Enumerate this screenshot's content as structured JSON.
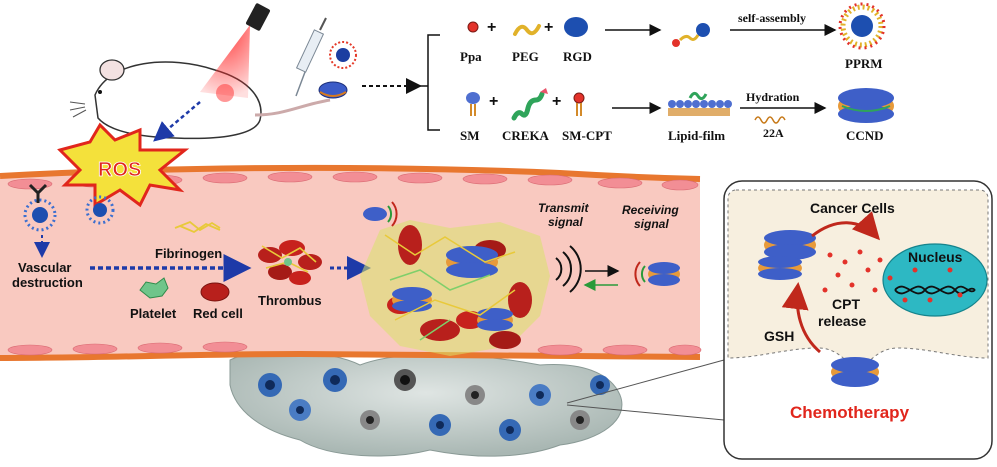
{
  "synthesis": {
    "row1": {
      "reagents": [
        "Ppa",
        "PEG",
        "RGD"
      ],
      "step_label": "self-assembly",
      "product": "PPRM"
    },
    "row2": {
      "reagents": [
        "SM",
        "CREKA",
        "SM-CPT"
      ],
      "intermediate": "Lipid-film",
      "step_label": "Hydration",
      "step_sub": "22A",
      "product": "CCND"
    }
  },
  "vessel": {
    "ros": "ROS",
    "vascular_destruction": [
      "Vascular",
      "destruction"
    ],
    "fibrinogen": "Fibrinogen",
    "platelet": "Platelet",
    "red_cell": "Red cell",
    "thrombus": "Thrombus",
    "transmit_signal": [
      "Transmit",
      "signal"
    ],
    "receiving_signal": [
      "Receiving",
      "signal"
    ]
  },
  "cancer_panel": {
    "title": "Cancer Cells",
    "nucleus": "Nucleus",
    "cpt_release": [
      "CPT",
      "release"
    ],
    "gsh": "GSH",
    "chemotherapy": "Chemotherapy"
  },
  "colors": {
    "vessel_fill": "#f9c9c0",
    "vessel_border": "#e8772f",
    "ros_burst": "#f4e13b",
    "ros_text": "#e1261c",
    "nucleus_fill": "#2db8c3",
    "panel_fill": "#f7efdf",
    "chemo_text": "#e1261c",
    "arrow_blue": "#1e3aa8",
    "arrow_red": "#c0281c"
  }
}
